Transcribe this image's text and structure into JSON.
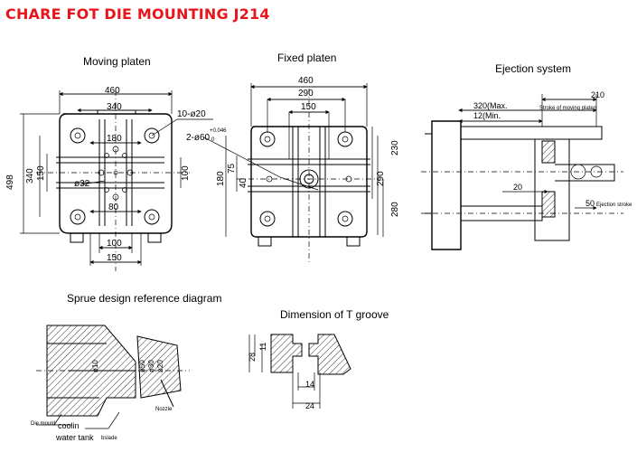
{
  "title": "CHARE FOT DIE MOUNTING J214",
  "colors": {
    "title": "#e8151b",
    "line": "#000000"
  },
  "moving_platen": {
    "label": "Moving platen",
    "dims": {
      "d460": "460",
      "d340": "340",
      "d180": "180",
      "d498": "498",
      "d340v": "340",
      "d150": "150",
      "d100": "100",
      "d80": "80",
      "d100b": "100",
      "d150b": "150",
      "d10": "10-ø20",
      "d32": "ø32"
    }
  },
  "fixed_platen": {
    "label": "Fixed platen",
    "dims": {
      "d460": "460",
      "d290": "290",
      "d150": "150",
      "d60": "2-ø60",
      "tol": "+0.046",
      "tol0": "0",
      "d75": "75",
      "d40": "40",
      "d180": "180",
      "d230": "230",
      "d290v": "290",
      "d280": "280"
    }
  },
  "ejection_system": {
    "label": "Ejection system",
    "dims": {
      "d210": "210",
      "d320": "320(Max.",
      "d120": "12(Min.",
      "stroke_moving": "Stroke of moving platen",
      "d20": "20",
      "d50": "50",
      "ejection_stroke": "Ejection stroke"
    }
  },
  "sprue": {
    "label": "Sprue design reference diagram",
    "labels": {
      "die_mould": "Die mould",
      "cooling": "coolin",
      "water_tank": "water tank",
      "bslade": "bslade",
      "nozzle": "Nozzle",
      "d10": "ø10",
      "d50": "ø50",
      "d30": "ø30",
      "d20": "ø20"
    }
  },
  "t_groove": {
    "label": "Dimension of T groove",
    "dims": {
      "d11": "11",
      "d28": "28",
      "d14": "14",
      "d24": "24"
    }
  }
}
